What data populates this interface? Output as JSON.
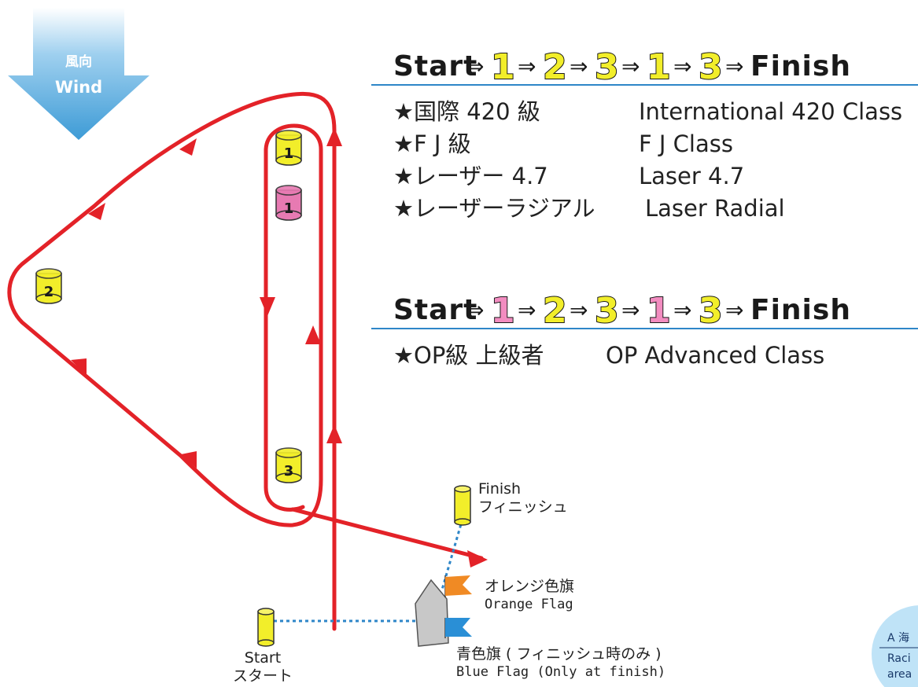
{
  "wind": {
    "jp": "風向",
    "en": "Wind"
  },
  "routes": [
    {
      "title_start": "Start",
      "title_finish": "Finish",
      "arrow": "⇒",
      "marks": [
        {
          "n": "1",
          "color": "#f2ee2a"
        },
        {
          "n": "2",
          "color": "#f2ee2a"
        },
        {
          "n": "3",
          "color": "#f2ee2a"
        },
        {
          "n": "1",
          "color": "#f2ee2a"
        },
        {
          "n": "3",
          "color": "#f2ee2a"
        }
      ],
      "classes": [
        {
          "jp": "★国際 420 級",
          "en": "International 420 Class"
        },
        {
          "jp": "★F J 級",
          "en": "F J Class"
        },
        {
          "jp": "★レーザー 4.7",
          "en": "Laser 4.7"
        },
        {
          "jp": "★レーザーラジアル",
          "en": "Laser Radial"
        }
      ]
    },
    {
      "title_start": "Start",
      "title_finish": "Finish",
      "arrow": "⇒",
      "marks": [
        {
          "n": "1",
          "color": "#f28cc0"
        },
        {
          "n": "2",
          "color": "#f2ee2a"
        },
        {
          "n": "3",
          "color": "#f2ee2a"
        },
        {
          "n": "1",
          "color": "#f28cc0"
        },
        {
          "n": "3",
          "color": "#f2ee2a"
        }
      ],
      "classes": [
        {
          "jp": "★OP級 上級者",
          "en": "OP Advanced Class"
        }
      ]
    }
  ],
  "buoys": [
    {
      "id": "buoy-1-yellow",
      "label": "1",
      "color": "#f2ee2a"
    },
    {
      "id": "buoy-1-pink",
      "label": "1",
      "color": "#e77ab2"
    },
    {
      "id": "buoy-2",
      "label": "2",
      "color": "#f2ee2a"
    },
    {
      "id": "buoy-3",
      "label": "3",
      "color": "#f2ee2a"
    }
  ],
  "finish": {
    "en": "Finish",
    "jp": "フィニッシュ"
  },
  "start": {
    "en": "Start",
    "jp": "スタート"
  },
  "orange_flag": {
    "jp": "オレンジ色旗",
    "en": "Orange Flag"
  },
  "blue_flag": {
    "jp": "青色旗 ( フィニッシュ時のみ )",
    "en": "Blue Flag (Only at finish)"
  },
  "area_badge": {
    "line1": "A 海",
    "line2": "Raci",
    "line3": "area"
  },
  "colors": {
    "course": "#e32228",
    "wind_arrow": "#4aa3d8",
    "rule": "#2e86c8",
    "dotted": "#2e86c8",
    "orange": "#f08a24",
    "blue": "#2a8fd6",
    "boat": "#c8c8c8",
    "area_badge": "#bfe3f7"
  }
}
